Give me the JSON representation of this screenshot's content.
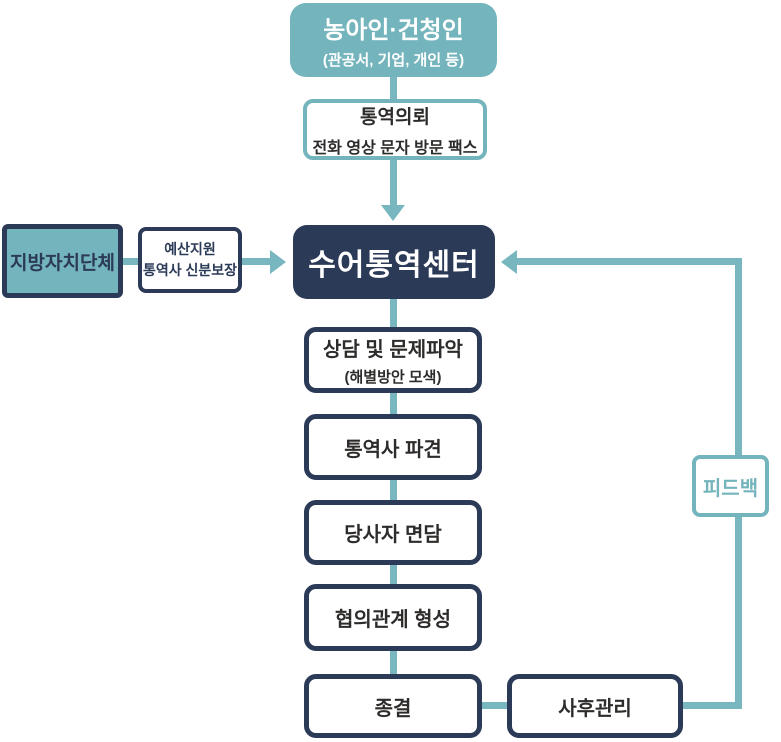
{
  "palette": {
    "teal": "#74b4bc",
    "navy": "#2b3a57",
    "text_dark": "#2e2c2b",
    "box_background": "#ffffff"
  },
  "diagram": {
    "client": {
      "title": "농아인·건청인",
      "subtitle": "(관공서, 기업, 개인 등)"
    },
    "request": {
      "title": "통역의뢰",
      "subtitle": "전화 영상 문자 방문 팩스"
    },
    "center": {
      "title": "수어통역센터"
    },
    "government": {
      "title": "지방자치단체"
    },
    "support": {
      "line1": "예산지원",
      "line2": "통역사 신분보장"
    },
    "steps": [
      {
        "title": "상담 및 문제파악",
        "subtitle": "(해별방안 모색)"
      },
      {
        "title": "통역사 파견"
      },
      {
        "title": "당사자 면담"
      },
      {
        "title": "협의관계 형성"
      },
      {
        "title": "종결"
      }
    ],
    "aftercare": {
      "title": "사후관리"
    },
    "feedback": {
      "title": "피드백"
    }
  }
}
